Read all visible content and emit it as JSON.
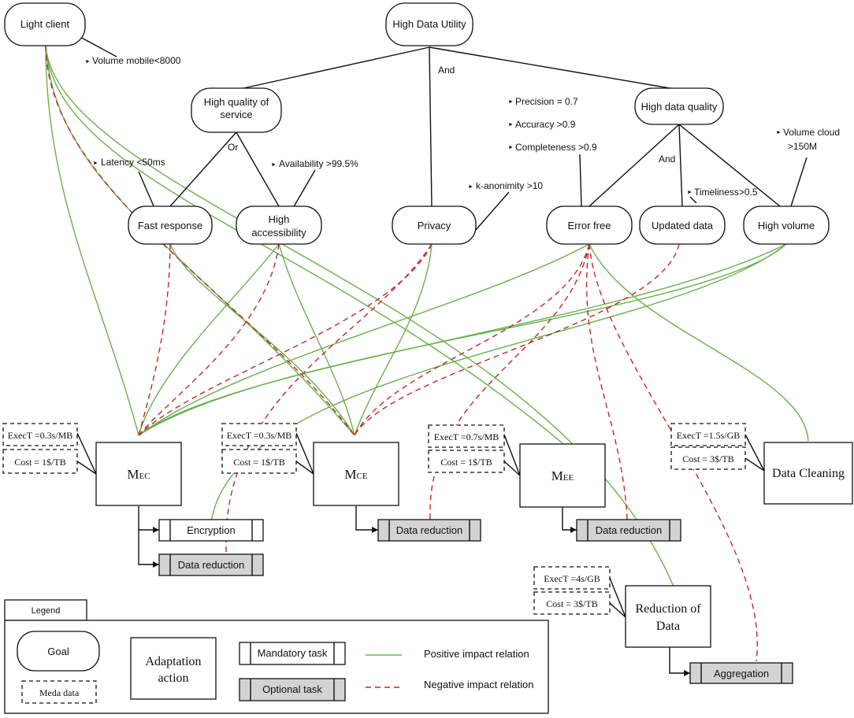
{
  "goals": {
    "light_client": "Light client",
    "high_data_utility": "High Data Utility",
    "high_quality_of_service": [
      "High quality of",
      "service"
    ],
    "high_data_quality": "High data quality",
    "fast_response": "Fast response",
    "high_accessibility": [
      "High",
      "accessibility"
    ],
    "privacy": "Privacy",
    "error_free": "Error free",
    "updated_data": "Updated data",
    "high_volume": "High volume"
  },
  "relations": {
    "and_top": "And",
    "or": "Or",
    "and_quality": "And"
  },
  "annotations": {
    "volume_mobile": "Volume mobile<8000",
    "latency": "Latency <50ms",
    "availability": "Availability >99.5%",
    "k_anonimity": "k-anonimity >10",
    "precision": "Precision = 0.7",
    "accuracy": "Accuracy >0.9",
    "completeness": "Completeness >0.9",
    "timeliness": "Timeliness>0.5",
    "volume_cloud": [
      "Volume cloud",
      ">150M"
    ]
  },
  "actions": {
    "mec": {
      "base": "M",
      "sub": "EC",
      "exect": "ExecT =0.3s/MB",
      "cost": "Cost = 1$/TB"
    },
    "mce": {
      "base": "M",
      "sub": "CE",
      "exect": "ExecT =0.3s/MB",
      "cost": "Cost = 1$/TB"
    },
    "mee": {
      "base": "M",
      "sub": "EE",
      "exect": "ExecT =0.7s/MB",
      "cost": "Cost = 1$/TB"
    },
    "data_cleaning": {
      "label": "Data Cleaning",
      "exect": "ExecT =1.5s/GB",
      "cost": "Cost = 3$/TB"
    },
    "reduction": {
      "label": [
        "Reduction of",
        "Data"
      ],
      "exect": "ExecT =4s/GB",
      "cost": "Cost = 3$/TB"
    }
  },
  "tasks": {
    "encryption": "Encryption",
    "data_reduction_mec": "Data reduction",
    "data_reduction_mce": "Data reduction",
    "data_reduction_mee": "Data reduction",
    "aggregation": "Aggregation"
  },
  "legend": {
    "tab": "Legend",
    "goal": "Goal",
    "meta_data": "Meda data",
    "adaptation_action": [
      "Adaptation",
      "action"
    ],
    "mandatory_task": "Mandatory task",
    "optional_task": "Optional task",
    "positive": "Positive impact relation",
    "negative": "Negative impact relation"
  },
  "colors": {
    "positive": "#6ab04c",
    "negative": "#c0282d",
    "optional_task_fill": "#d3d3d3"
  }
}
